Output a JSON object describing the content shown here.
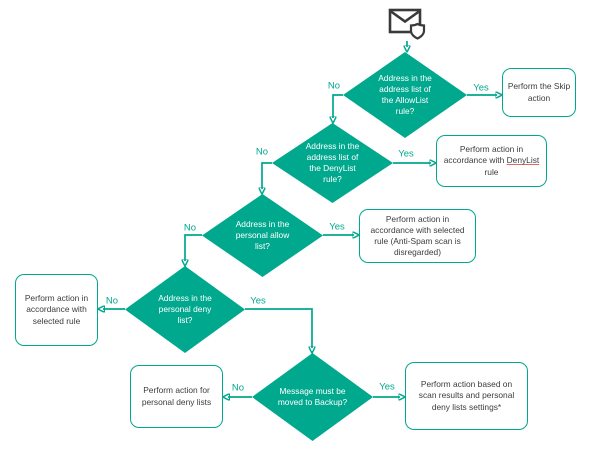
{
  "colors": {
    "teal": "#00a88e",
    "box_text": "#3c3c3c",
    "diamond_text": "#ffffff",
    "icon": "#3a3a3a",
    "link_underline": "#d96b66"
  },
  "icons": {
    "message": "envelope-with-shield-icon"
  },
  "decisions": {
    "allowlist": {
      "label": "Address in the\naddress list of\nthe AllowList\nrule?"
    },
    "denylist": {
      "label": "Address in the\naddress list of\nthe DenyList\nrule?"
    },
    "personal_allow": {
      "label": "Address in the\npersonal allow\nlist?"
    },
    "personal_deny": {
      "label": "Address in the\npersonal deny\nlist?"
    },
    "backup": {
      "label": "Message must be\nmoved to Backup?"
    }
  },
  "results": {
    "skip": {
      "label": "Perform the Skip\naction"
    },
    "denylist_rule": {
      "line1": "Perform action in",
      "line2_pre": "accordance with ",
      "line2_link": "DenyList",
      "line3": "rule"
    },
    "selected_rule_disregarded": {
      "label": "Perform action in\naccordance with selected\nrule (Anti-Spam scan is\ndisregarded)"
    },
    "selected_rule": {
      "label": "Perform action in\naccordance with\nselected rule"
    },
    "personal_deny_lists": {
      "label": "Perform action for\npersonal deny lists"
    },
    "scan_results": {
      "label": "Perform action based on\nscan results and personal\ndeny lists settings*"
    }
  },
  "edge_labels": {
    "yes": "Yes",
    "no": "No"
  }
}
